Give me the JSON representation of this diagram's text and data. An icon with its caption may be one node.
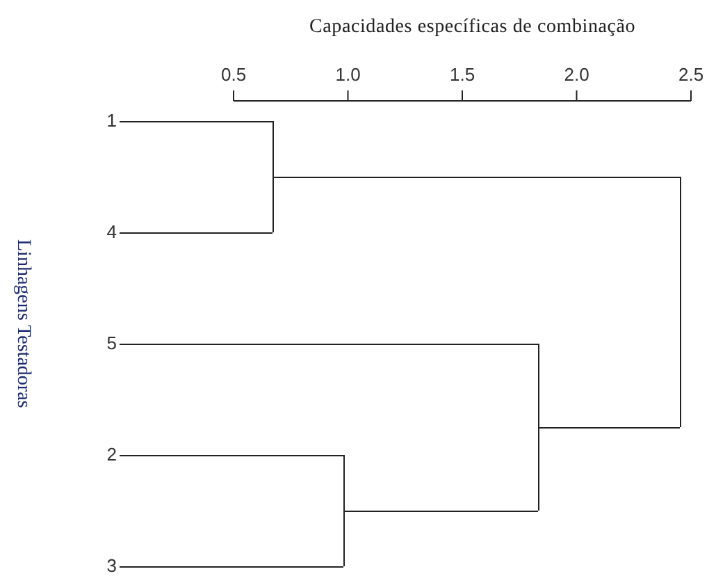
{
  "diagram": {
    "nodes": [
      {
        "text": [
          "1"
        ]
      },
      {
        "text": [
          "4"
        ]
      },
      {
        "text": [
          "5"
        ]
      },
      {
        "text": [
          "2"
        ]
      },
      {
        "text": [
          "3"
        ]
      },
      {
        "text": [],
        "shape": "bar"
      },
      {
        "text": [],
        "shape": "bar"
      },
      {
        "text": [],
        "shape": "bar"
      },
      {
        "text": [],
        "shape": "bar"
      }
    ],
    "edges": [
      {
        "from": 0,
        "to": 5,
        "arrow": "none"
      },
      {
        "from": 1,
        "to": 5,
        "arrow": "none"
      },
      {
        "from": 3,
        "to": 6,
        "arrow": "none"
      },
      {
        "from": 4,
        "to": 6,
        "arrow": "none"
      },
      {
        "from": 2,
        "to": 7,
        "arrow": "none"
      },
      {
        "from": 6,
        "to": 7,
        "arrow": "none"
      },
      {
        "from": 5,
        "to": 8,
        "arrow": "none"
      },
      {
        "from": 7,
        "to": 8,
        "arrow": "none"
      }
    ],
    "labels": [
      "Capacidades específicas de combinação",
      "0.5",
      "1.0",
      "1.5",
      "2.0",
      "2.5",
      "Linhagens Testadoras"
    ]
  }
}
